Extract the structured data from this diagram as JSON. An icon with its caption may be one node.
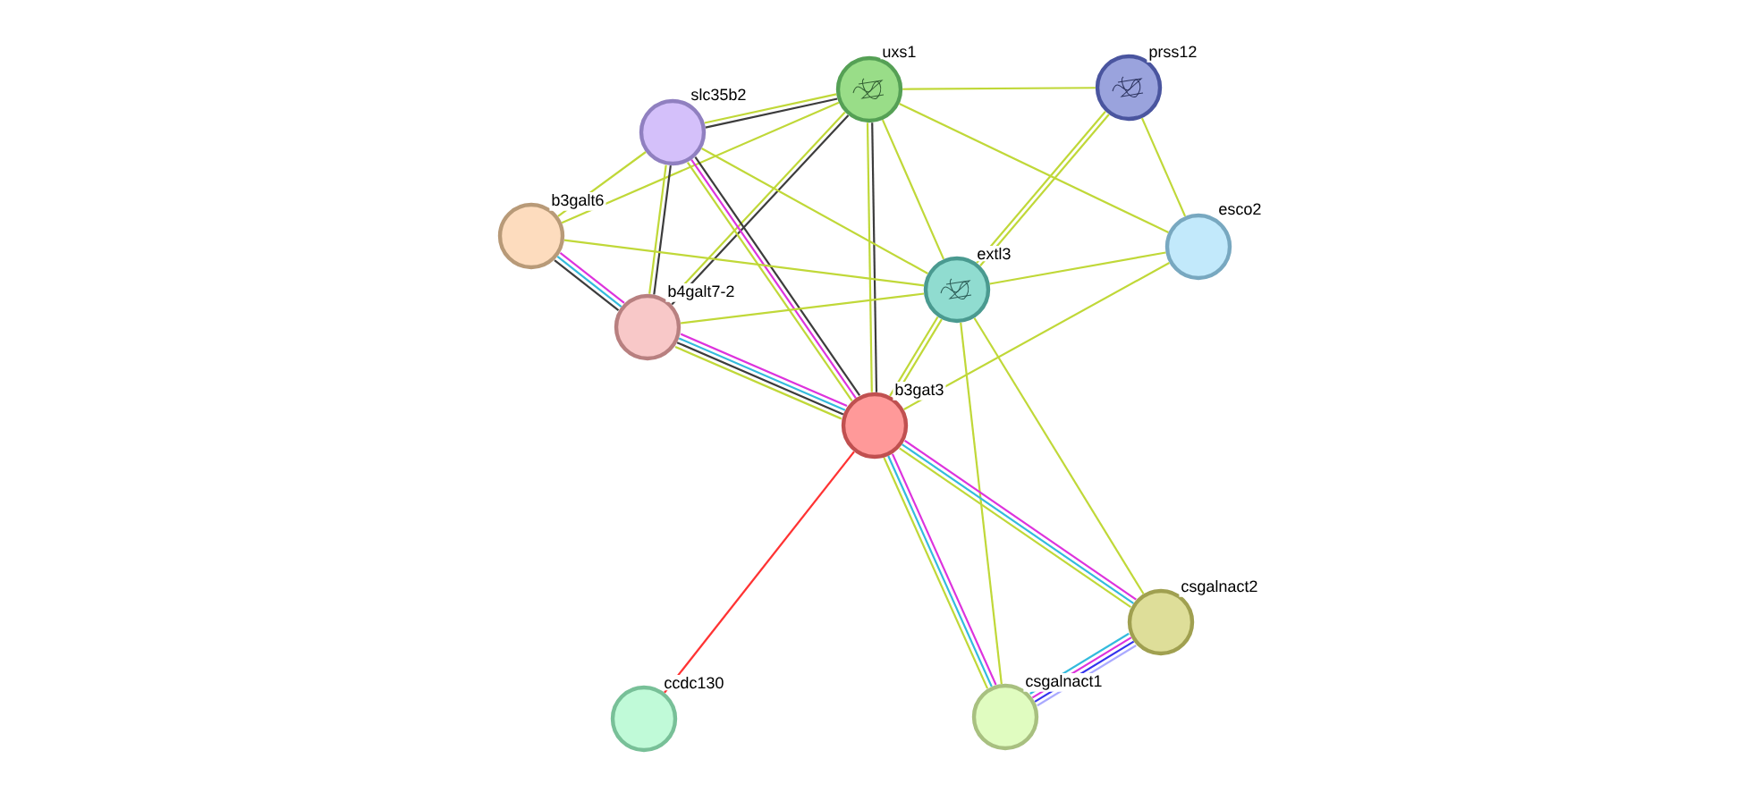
{
  "diagram": {
    "nodes": [
      {
        "text": [
          "uxs1"
        ]
      },
      {
        "text": [
          "prss12"
        ]
      },
      {
        "text": [
          "slc35b2"
        ]
      },
      {
        "text": [
          "b3galt6"
        ]
      },
      {
        "text": [
          "esco2"
        ]
      },
      {
        "text": [
          "extl3"
        ]
      },
      {
        "text": [
          "b4galt7-2"
        ]
      },
      {
        "text": [
          "b3gat3"
        ]
      },
      {
        "text": [
          "csgalnact2"
        ]
      },
      {
        "text": [
          "ccdc130"
        ]
      },
      {
        "text": [
          "csgalnact1"
        ]
      }
    ],
    "edges": [
      {
        "from": 0,
        "to": 1,
        "arrow": "none"
      },
      {
        "from": 0,
        "to": 2,
        "arrow": "none",
        "color": "#3c3c3c"
      },
      {
        "from": 0,
        "to": 2,
        "arrow": "none"
      },
      {
        "from": 0,
        "to": 3,
        "arrow": "none"
      },
      {
        "from": 0,
        "to": 6,
        "arrow": "none",
        "color": "#3c3c3c"
      },
      {
        "from": 0,
        "to": 6,
        "arrow": "none"
      },
      {
        "from": 0,
        "to": 7,
        "arrow": "none",
        "color": "#3c3c3c"
      },
      {
        "from": 0,
        "to": 7,
        "arrow": "none"
      },
      {
        "from": 0,
        "to": 5,
        "arrow": "none"
      },
      {
        "from": 0,
        "to": 4,
        "arrow": "none"
      },
      {
        "from": 1,
        "to": 5,
        "arrow": "none"
      },
      {
        "from": 1,
        "to": 5,
        "arrow": "none"
      },
      {
        "from": 1,
        "to": 4,
        "arrow": "none"
      },
      {
        "from": 2,
        "to": 3,
        "arrow": "none"
      },
      {
        "from": 2,
        "to": 6,
        "arrow": "none",
        "color": "#3c3c3c"
      },
      {
        "from": 2,
        "to": 6,
        "arrow": "none"
      },
      {
        "from": 2,
        "to": 7,
        "arrow": "none",
        "color": "#3c3c3c"
      },
      {
        "from": 2,
        "to": 7,
        "arrow": "none",
        "color": "#dd33dd"
      },
      {
        "from": 2,
        "to": 7,
        "arrow": "none"
      },
      {
        "from": 2,
        "to": 5,
        "arrow": "none"
      },
      {
        "from": 3,
        "to": 5,
        "arrow": "none"
      },
      {
        "from": 3,
        "to": 6,
        "arrow": "none",
        "color": "#dd33dd"
      },
      {
        "from": 3,
        "to": 6,
        "arrow": "none",
        "color": "#33bbdd"
      },
      {
        "from": 3,
        "to": 6,
        "arrow": "none",
        "color": "#3c3c3c"
      },
      {
        "from": 6,
        "to": 7,
        "arrow": "none",
        "color": "#dd33dd"
      },
      {
        "from": 6,
        "to": 7,
        "arrow": "none",
        "color": "#33bbdd"
      },
      {
        "from": 6,
        "to": 7,
        "arrow": "none",
        "color": "#3c3c3c"
      },
      {
        "from": 6,
        "to": 7,
        "arrow": "none"
      },
      {
        "from": 6,
        "to": 5,
        "arrow": "none"
      },
      {
        "from": 5,
        "to": 4,
        "arrow": "none"
      },
      {
        "from": 4,
        "to": 7,
        "arrow": "none"
      },
      {
        "from": 5,
        "to": 7,
        "arrow": "none"
      },
      {
        "from": 5,
        "to": 7,
        "arrow": "none"
      },
      {
        "from": 5,
        "to": 10,
        "arrow": "none"
      },
      {
        "from": 5,
        "to": 8,
        "arrow": "none"
      },
      {
        "from": 7,
        "to": 8,
        "arrow": "none",
        "color": "#dd33dd"
      },
      {
        "from": 7,
        "to": 8,
        "arrow": "none",
        "color": "#33bbdd"
      },
      {
        "from": 7,
        "to": 8,
        "arrow": "none"
      },
      {
        "from": 7,
        "to": 10,
        "arrow": "none",
        "color": "#dd33dd"
      },
      {
        "from": 7,
        "to": 10,
        "arrow": "none",
        "color": "#33bbdd"
      },
      {
        "from": 7,
        "to": 10,
        "arrow": "none"
      },
      {
        "from": 7,
        "to": 9,
        "arrow": "none",
        "color": "#ff3333"
      },
      {
        "from": 10,
        "to": 8,
        "arrow": "none",
        "color": "#33bbdd"
      },
      {
        "from": 10,
        "to": 8,
        "arrow": "none",
        "color": "#dd33dd"
      },
      {
        "from": 10,
        "to": 8,
        "arrow": "none",
        "color": "#3333ee"
      },
      {
        "from": 10,
        "to": 8,
        "arrow": "none",
        "color": "#aaaaff"
      }
    ]
  }
}
